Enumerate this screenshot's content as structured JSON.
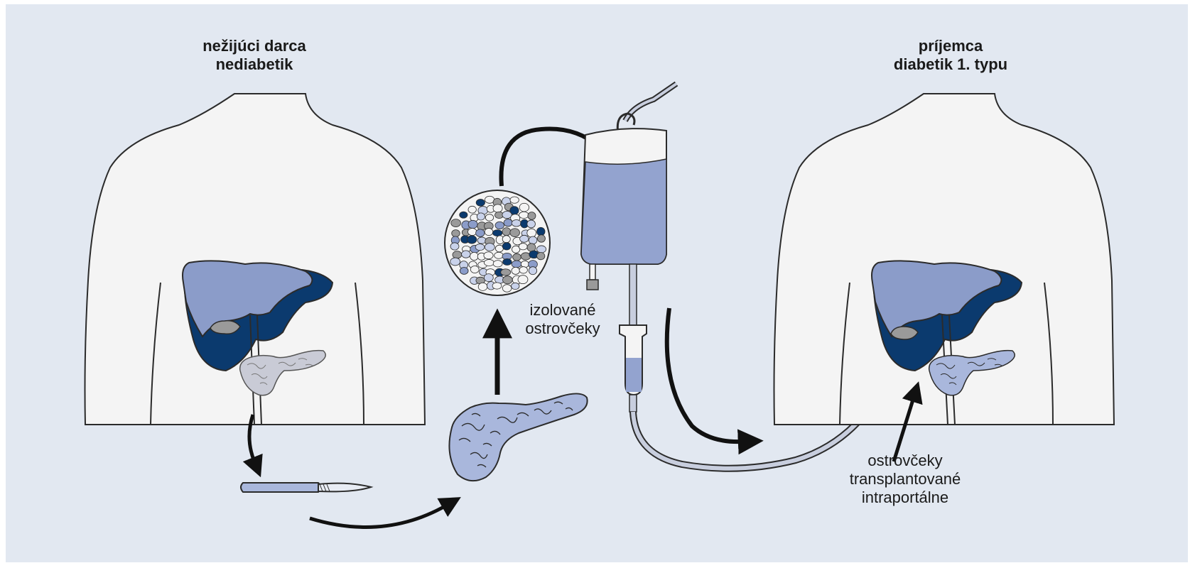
{
  "colors": {
    "background": "#e2e8f1",
    "body_fill": "#f4f4f4",
    "outline": "#2b2b2b",
    "organ_light": "#8b9cc9",
    "organ_dark": "#0b3a6e",
    "pancreas": "#a9b7dc",
    "pancreas_faded": "#c9cbd6",
    "gray": "#9a9a9a",
    "arrow": "#111111",
    "bag_fill": "#93a3cf",
    "tube": "#c8cede"
  },
  "labels": {
    "donor_line1": "nežijúci darca",
    "donor_line2": "nediabetik",
    "recipient_line1": "príjemca",
    "recipient_line2": "diabetik 1. typu",
    "islets_line1": "izolované",
    "islets_line2": "ostrovčeky",
    "transplant_line1": "ostrovčeky",
    "transplant_line2": "transplantované",
    "transplant_line3": "intraportálne"
  },
  "icons": {
    "donor": "human-torso",
    "recipient": "human-torso",
    "liver": "liver-organ",
    "pancreas": "pancreas-organ",
    "scalpel": "scalpel-icon",
    "islets": "islet-cell-cluster",
    "infusion": "iv-infusion-bag"
  }
}
